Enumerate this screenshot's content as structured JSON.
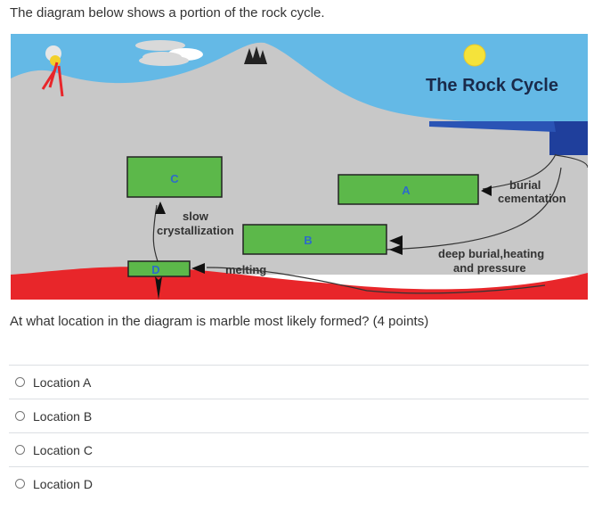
{
  "intro_text": "The diagram below shows a portion of the rock cycle.",
  "diagram": {
    "title": "The Rock Cycle",
    "boxes": {
      "a": "A",
      "b": "B",
      "c": "C",
      "d": "D"
    },
    "labels": {
      "slow_1": "slow",
      "slow_2": "crystallization",
      "melting": "melting",
      "burial_1": "burial",
      "burial_2": "cementation",
      "deep_1": "deep burial,heating",
      "deep_2": "and pressure"
    },
    "colors": {
      "sky": "#64b9e6",
      "ground": "#c8c8c8",
      "magma": "#e8262a",
      "box": "#5cb84a",
      "water": "#1f3f9c",
      "sun": "#f5e33a"
    }
  },
  "question": "At what location in the diagram is marble most likely formed? (4 points)",
  "answers": [
    {
      "label": "Location A"
    },
    {
      "label": "Location B"
    },
    {
      "label": "Location C"
    },
    {
      "label": "Location D"
    }
  ]
}
